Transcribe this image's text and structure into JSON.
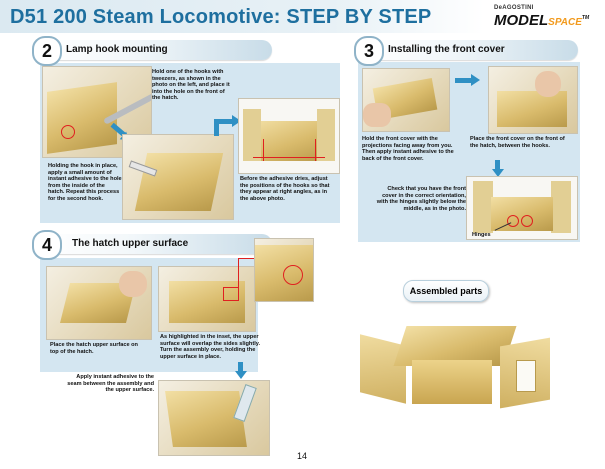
{
  "header": {
    "title_code": "D51",
    "title_rest": "200 Steam Locomotive: STEP BY STEP",
    "brand_small": "DeAGOSTINI",
    "brand_model": "MODEL",
    "brand_space": "SPACE",
    "brand_tm": "TM"
  },
  "step2": {
    "number": "2",
    "title": "Lamp hook mounting",
    "cap1": "Hold one of the hooks with tweezers, as shown in the photo on the left, and place it into the hole on the front of the hatch.",
    "cap2": "Holding the hook in place, apply a small amount of instant adhesive to the hole from the inside of the hatch. Repeat this process for the second hook.",
    "cap3": "Before the adhesive dries, adjust the positions of the hooks so that they appear at right angles, as in the above photo."
  },
  "step3": {
    "number": "3",
    "title": "Installing the front cover",
    "cap1": "Hold the front cover with the projections facing away from you. Then apply instant adhesive to the back of the front cover.",
    "cap2": "Place the front cover on the front of the hatch, between the hooks.",
    "cap3": "Check that you have the front cover in the correct orientation, with the hinges slightly below the middle, as in the photo.",
    "hinges": "Hinges"
  },
  "step4": {
    "number": "4",
    "title": "The hatch upper surface",
    "cap1": "Place the hatch upper surface on top of the hatch.",
    "cap2": "As highlighted in the inset, the upper surface will overlap the sides slightly. Turn the assembly over, holding the upper surface in place.",
    "cap3": "Apply instant adhesive to the seam between the assembly and the upper surface."
  },
  "assembled": {
    "label": "Assembled parts"
  },
  "page_number": "14",
  "colors": {
    "title_blue": "#1e6f9f",
    "panel_blue": "#d4e6f1",
    "arrow_blue": "#2f90c4",
    "highlight_red": "#e02020"
  }
}
